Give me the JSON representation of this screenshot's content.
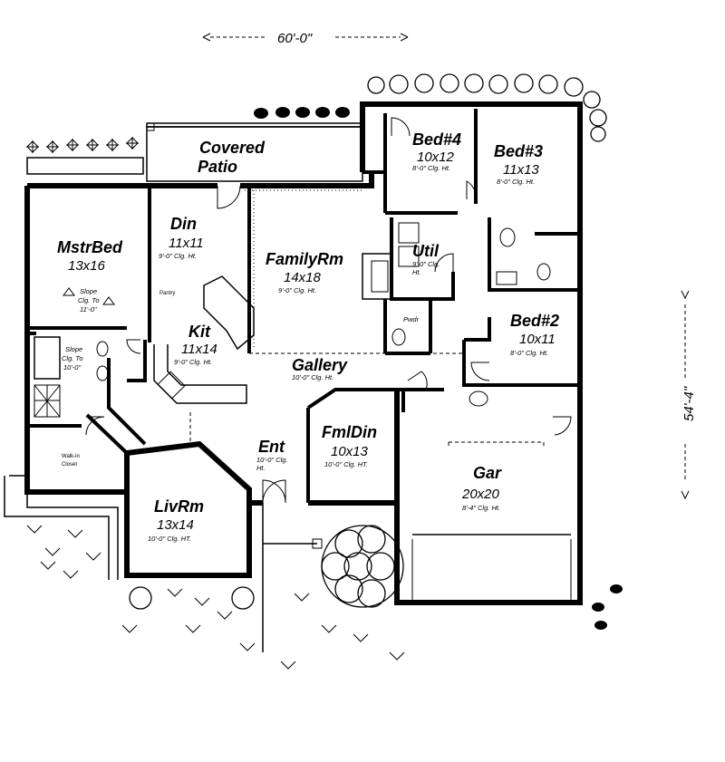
{
  "dimensions": {
    "width_label": "60'-0\"",
    "depth_label": "54'-4\""
  },
  "rooms": {
    "covered_patio": {
      "name_line1": "Covered",
      "name_line2": "Patio"
    },
    "bed4": {
      "name": "Bed#4",
      "size": "10x12",
      "ceiling": "8'-0\" Clg. Ht."
    },
    "bed3": {
      "name": "Bed#3",
      "size": "11x13",
      "ceiling": "8'-0\" Clg. Ht."
    },
    "mstrbed": {
      "name": "MstrBed",
      "size": "13x16",
      "ceiling_line1": "Slope",
      "ceiling_line2": "Clg. To",
      "ceiling_line3": "11'-0\""
    },
    "din": {
      "name": "Din",
      "size": "11x11",
      "ceiling": "9'-0\" Clg. Ht."
    },
    "familyrm": {
      "name": "FamilyRm",
      "size": "14x18",
      "ceiling": "9'-0\" Clg. Ht."
    },
    "util": {
      "name": "Util",
      "ceiling_line1": "9'-0\" Clg.",
      "ceiling_line2": "Ht."
    },
    "pantry": {
      "name": "Pantry"
    },
    "kit": {
      "name": "Kit",
      "size": "11x14",
      "ceiling": "9'-0\" Clg. Ht."
    },
    "pwdr": {
      "name": "Pwdr"
    },
    "bed2": {
      "name": "Bed#2",
      "size": "10x11",
      "ceiling": "8'-0\" Clg. Ht."
    },
    "bath": {
      "ceiling_line1": "Slope",
      "ceiling_line2": "Clg. To",
      "ceiling_line3": "10'-0\""
    },
    "gallery": {
      "name": "Gallery",
      "ceiling": "10'-0\" Clg. Ht."
    },
    "closet": {
      "name_line1": "Walk-in",
      "name_line2": "Closet"
    },
    "ent": {
      "name": "Ent",
      "ceiling_line1": "10'-0\" Clg.",
      "ceiling_line2": "Ht."
    },
    "fmldin": {
      "name": "FmlDin",
      "size": "10x13",
      "ceiling": "10'-0\" Clg. HT."
    },
    "gar": {
      "name": "Gar",
      "size": "20x20",
      "ceiling": "8'-4\" Clg. Ht."
    },
    "livrm": {
      "name": "LivRm",
      "size": "13x14",
      "ceiling": "10'-0\" Clg. HT."
    }
  }
}
